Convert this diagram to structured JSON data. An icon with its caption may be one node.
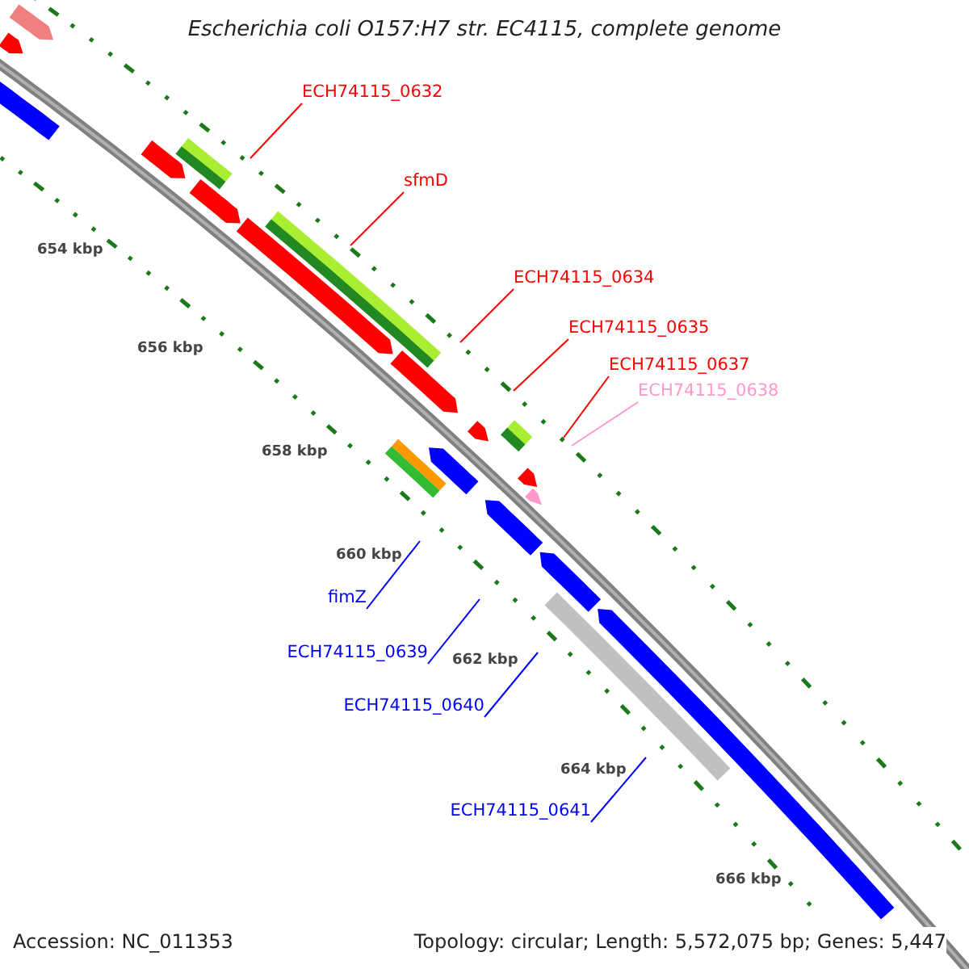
{
  "diagram": {
    "title": "Escherichia coli O157:H7 str. EC4115, complete genome",
    "nodes": [
      {
        "text": [
          "ECH74115_0632"
        ]
      },
      {
        "text": [
          "sfmD"
        ]
      },
      {
        "text": [
          "ECH74115_0634"
        ]
      },
      {
        "text": [
          "ECH74115_0635"
        ]
      },
      {
        "text": [
          "ECH74115_0637"
        ]
      },
      {
        "text": [
          "ECH74115_0638"
        ]
      },
      {
        "text": [
          "fimZ"
        ]
      },
      {
        "text": [
          "ECH74115_0639"
        ]
      },
      {
        "text": [
          "ECH74115_0640"
        ]
      },
      {
        "text": [
          "ECH74115_0641"
        ]
      }
    ],
    "edges": [
      {
        "from": 0,
        "to": null,
        "arrow": "none"
      },
      {
        "from": 1,
        "to": null,
        "arrow": "none"
      },
      {
        "from": 2,
        "to": null,
        "arrow": "none"
      },
      {
        "from": 3,
        "to": null,
        "arrow": "none"
      },
      {
        "from": 4,
        "to": null,
        "arrow": "none"
      },
      {
        "from": 5,
        "to": null,
        "arrow": "none",
        "color": "#ff99cc"
      },
      {
        "from": 6,
        "to": null,
        "arrow": "none",
        "color": "#0000ff"
      },
      {
        "from": 7,
        "to": null,
        "arrow": "none",
        "color": "#0000ff"
      },
      {
        "from": 8,
        "to": null,
        "arrow": "none",
        "color": "#0000ff"
      },
      {
        "from": 9,
        "to": null,
        "arrow": "none",
        "color": "#0000ff"
      }
    ],
    "labels": [
      "654 kbp",
      "656 kbp",
      "658 kbp",
      "660 kbp",
      "662 kbp",
      "664 kbp",
      "666 kbp",
      "Accession: NC_011353",
      "Topology: circular; Length: 5,572,075 bp; Genes: 5,447"
    ]
  }
}
